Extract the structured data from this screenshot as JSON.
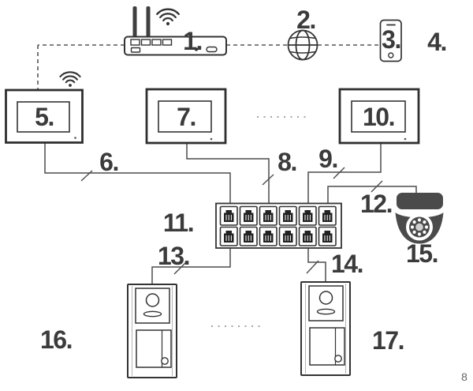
{
  "page": {
    "page_number": "8"
  },
  "labels": {
    "router": "1.",
    "internet": "2.",
    "smartphone": "3.",
    "mobile_app": "4.",
    "indoor_monitor_1": "5.",
    "monitor_cable_1": "6.",
    "indoor_monitor_2": "7.",
    "monitor_cable_2": "8.",
    "monitor_cable_3": "9.",
    "indoor_monitor_3": "10.",
    "network_switch": "11.",
    "camera_cable": "12.",
    "door_cable_1": "13.",
    "door_cable_2": "14.",
    "ip_camera": "15.",
    "door_station_1": "16.",
    "door_station_2": "17."
  },
  "colors": {
    "line": "#4b4b4b",
    "device_outline": "#333333",
    "device_fill": "#4a4a4a",
    "label_text": "#3b3b3b",
    "muted_dots": "#a5a5a5"
  }
}
